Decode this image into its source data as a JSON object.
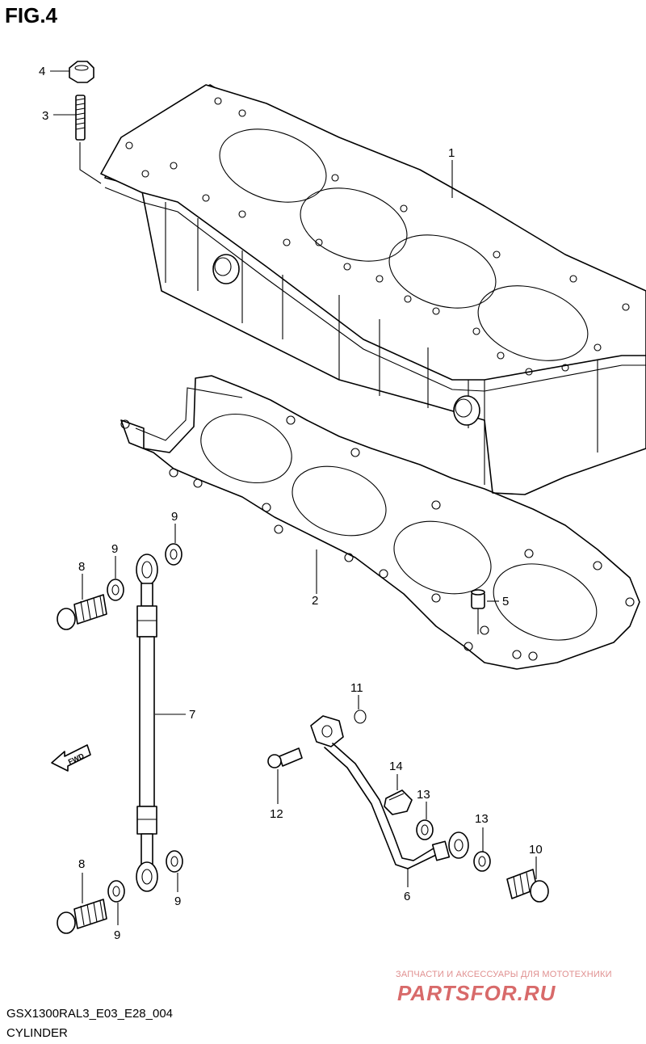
{
  "figure": {
    "title": "FIG.4"
  },
  "footer": {
    "code": "GSX1300RAL3_E03_E28_004",
    "name": "CYLINDER"
  },
  "watermark": {
    "tagline": "ЗАПЧАСТИ И АКСЕССУАРЫ ДЛЯ МОТОТЕХНИКИ",
    "logo": "PARTSFOR.RU"
  },
  "direction_marker": {
    "text": "FWD"
  },
  "callouts": {
    "c1": "1",
    "c2": "2",
    "c3": "3",
    "c4": "4",
    "c5": "5",
    "c6": "6",
    "c7": "7",
    "c8a": "8",
    "c8b": "8",
    "c9a": "9",
    "c9b": "9",
    "c9c": "9",
    "c9d": "9",
    "c10": "10",
    "c11": "11",
    "c12": "12",
    "c13a": "13",
    "c13b": "13",
    "c14": "14"
  }
}
